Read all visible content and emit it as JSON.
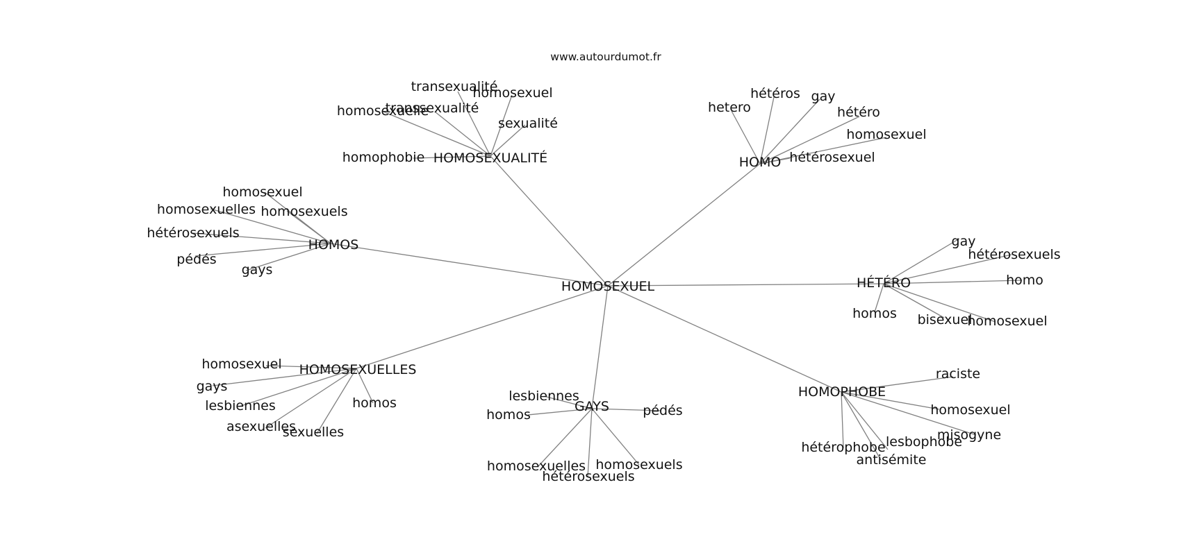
{
  "site_label": "www.autourdumot.fr",
  "graph": {
    "center": "HOMOSEXUEL",
    "clusters": [
      {
        "id": "homosexualite",
        "label": "HOMOSEXUALITÉ",
        "leaves": [
          "transexualité",
          "homosexuel",
          "transsexualité",
          "homosexuelle",
          "sexualité",
          "homophobie"
        ]
      },
      {
        "id": "homo",
        "label": "HOMO",
        "leaves": [
          "hetero",
          "hétéros",
          "gay",
          "hétéro",
          "homosexuel",
          "hétérosexuel"
        ]
      },
      {
        "id": "homos",
        "label": "HOMOS",
        "leaves": [
          "homosexuel",
          "homosexuelles",
          "homosexuels",
          "hétérosexuels",
          "pédés",
          "gays"
        ]
      },
      {
        "id": "hetero",
        "label": "HÉTÉRO",
        "leaves": [
          "gay",
          "hétérosexuels",
          "homo",
          "homos",
          "bisexuel",
          "homosexuel"
        ]
      },
      {
        "id": "homosexuelles",
        "label": "HOMOSEXUELLES",
        "leaves": [
          "homosexuel",
          "gays",
          "lesbiennes",
          "homos",
          "asexuelles",
          "sexuelles"
        ]
      },
      {
        "id": "gays",
        "label": "GAYS",
        "leaves": [
          "lesbiennes",
          "homos",
          "pédés",
          "homosexuelles",
          "homosexuels",
          "hétérosexuels"
        ]
      },
      {
        "id": "homophobe",
        "label": "HOMOPHOBE",
        "leaves": [
          "raciste",
          "homosexuel",
          "misogyne",
          "lesbophobe",
          "hétérophobe",
          "antisémite"
        ]
      }
    ]
  }
}
